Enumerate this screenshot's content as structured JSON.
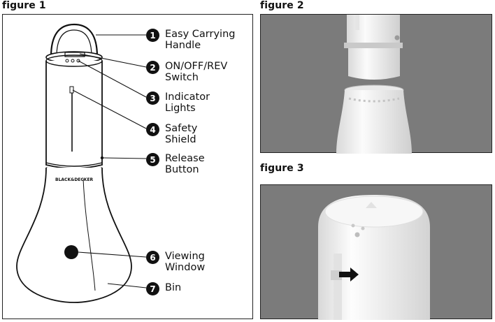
{
  "figures": {
    "figure1": {
      "title": "figure 1"
    },
    "figure2": {
      "title": "figure 2"
    },
    "figure3": {
      "title": "figure 3"
    }
  },
  "brand_mark": "BLACK&DECKER",
  "callouts": [
    {
      "number": "1",
      "lines": [
        "Easy Carrying",
        "Handle"
      ]
    },
    {
      "number": "2",
      "lines": [
        "ON/OFF/REV",
        "Switch"
      ]
    },
    {
      "number": "3",
      "lines": [
        "Indicator",
        "Lights"
      ]
    },
    {
      "number": "4",
      "lines": [
        "Safety",
        "Shield"
      ]
    },
    {
      "number": "5",
      "lines": [
        "Release",
        "Button"
      ]
    },
    {
      "number": "6",
      "lines": [
        "Viewing",
        "Window"
      ]
    },
    {
      "number": "7",
      "lines": [
        "Bin"
      ]
    }
  ],
  "colors": {
    "photo_bg": "#7b7b7b",
    "appliance_white": "#f4f4f4",
    "outline": "#222222"
  }
}
